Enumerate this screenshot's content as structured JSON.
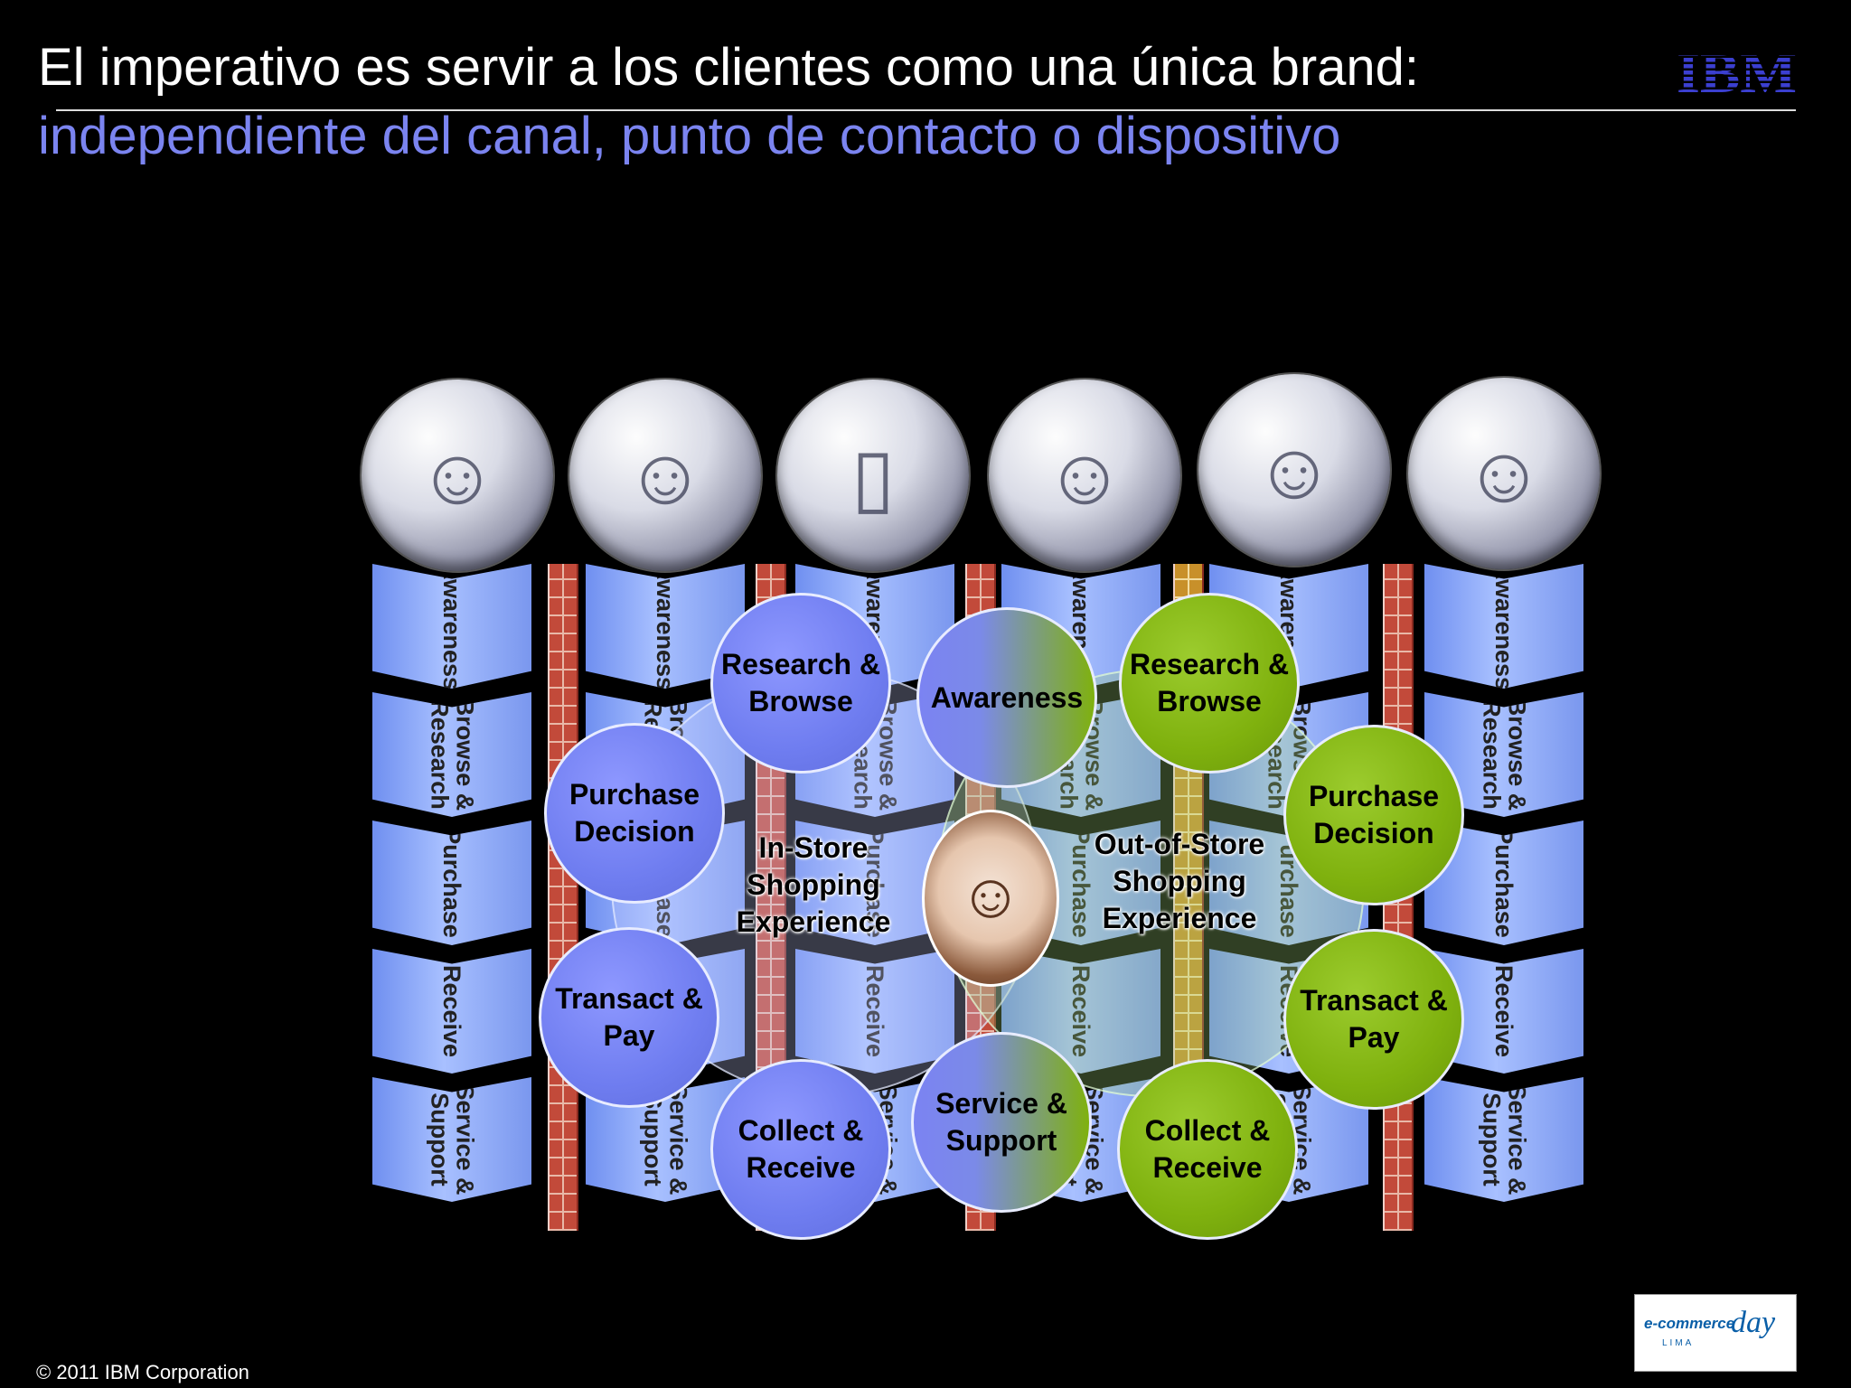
{
  "slide": {
    "title": "El imperativo es servir a los clientes como una única brand:",
    "subtitle": "independiente del canal, punto de contacto o dispositivo",
    "brand_logo_text": "IBM",
    "footer": "© 2011 IBM Corporation"
  },
  "event_logo": {
    "line1": "e-commerce",
    "line2": "day",
    "line3": "LIMA"
  },
  "photos": [
    {
      "icon": "store-associate-icon"
    },
    {
      "icon": "kiosk-shopper-icon"
    },
    {
      "icon": "mobile-phone-icon"
    },
    {
      "icon": "touchscreen-shopper-icon"
    },
    {
      "icon": "handheld-device-shopper-icon"
    },
    {
      "icon": "call-center-agents-icon"
    }
  ],
  "stages": [
    "Awareness",
    "Browse &\nResearch",
    "Purchase",
    "Receive",
    "Service &\nSupport"
  ],
  "center_labels": {
    "in_store": "In-Store\nShopping\nExperience",
    "out_of_store": "Out-of-Store\nShopping\nExperience"
  },
  "in_store_circles": [
    {
      "label": "Research &\nBrowse"
    },
    {
      "label": "Purchase\nDecision"
    },
    {
      "label": "Transact &\nPay"
    },
    {
      "label": "Collect &\nReceive"
    }
  ],
  "shared_circles": [
    {
      "label": "Awareness"
    },
    {
      "label": "Service &\nSupport"
    }
  ],
  "out_of_store_circles": [
    {
      "label": "Research &\nBrowse"
    },
    {
      "label": "Purchase\nDecision"
    },
    {
      "label": "Transact &\nPay"
    },
    {
      "label": "Collect &\nReceive"
    }
  ],
  "colors": {
    "subtitle": "#7b84f0",
    "in_store": "#6f7df0",
    "out_of_store": "#7fb10e",
    "stage_column": "#a8c0ff"
  }
}
